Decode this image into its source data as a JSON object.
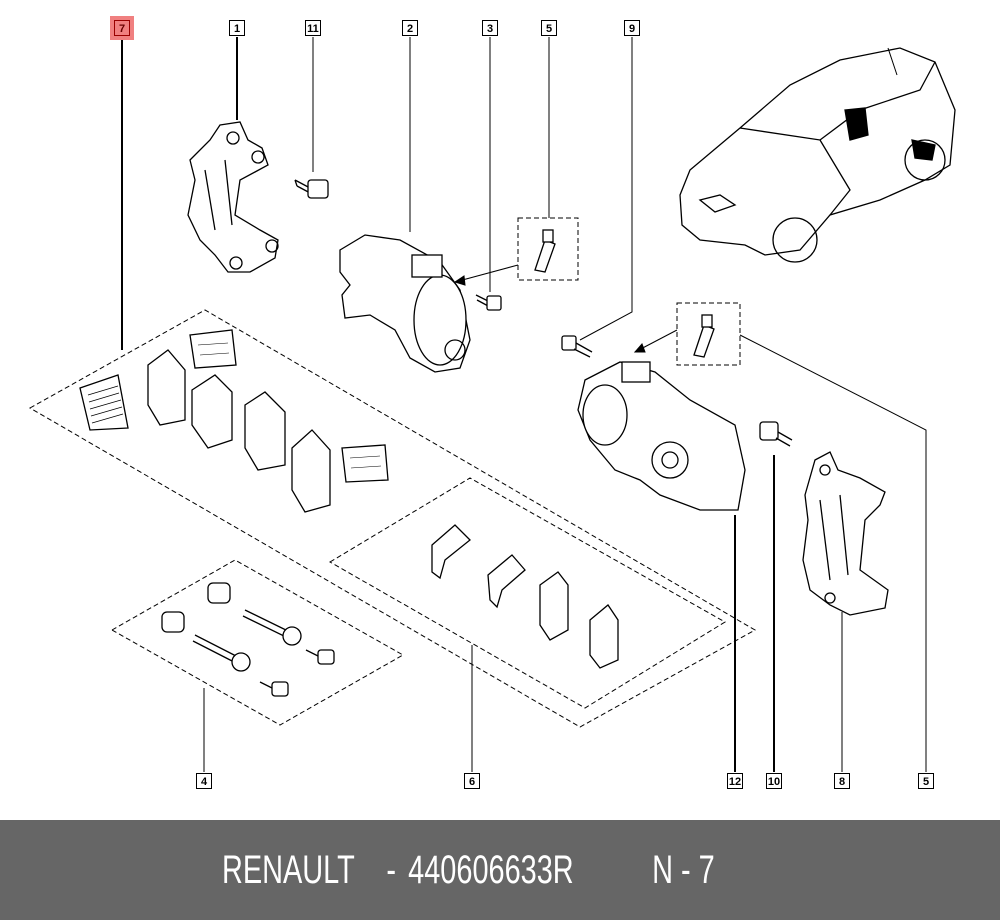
{
  "callouts": {
    "c7": "7",
    "c1": "1",
    "c11": "11",
    "c2": "2",
    "c3": "3",
    "c5a": "5",
    "c9": "9",
    "c4": "4",
    "c6": "6",
    "c12": "12",
    "c10": "10",
    "c8": "8",
    "c5b": "5"
  },
  "highlight_color": "#f08080",
  "footer": {
    "brand": "RENAULT",
    "separator": " - ",
    "part_number": "440606633R",
    "position_label": "N - 7"
  }
}
